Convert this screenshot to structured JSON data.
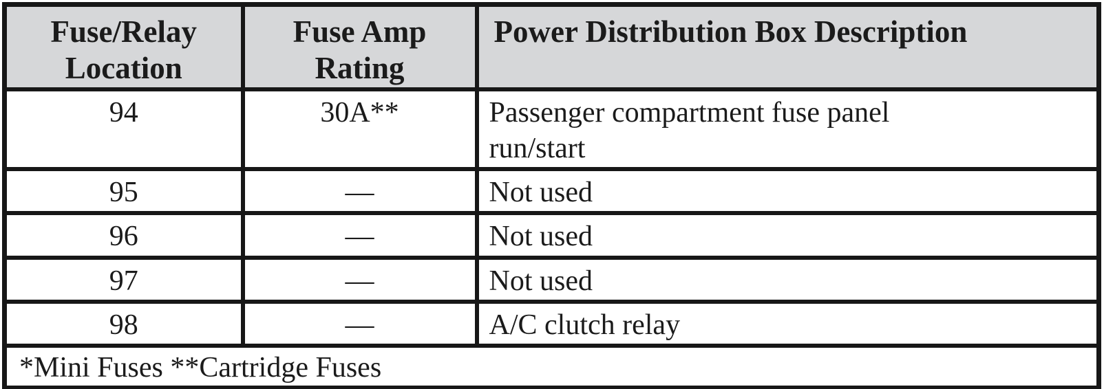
{
  "table": {
    "headers": [
      "Fuse/Relay\nLocation",
      "Fuse Amp\nRating",
      "Power Distribution Box Description"
    ],
    "rows": [
      {
        "location": "94",
        "rating": "30A**",
        "description": "Passenger compartment fuse panel\nrun/start"
      },
      {
        "location": "95",
        "rating": "—",
        "description": "Not used"
      },
      {
        "location": "96",
        "rating": "—",
        "description": "Not used"
      },
      {
        "location": "97",
        "rating": "—",
        "description": "Not used"
      },
      {
        "location": "98",
        "rating": "—",
        "description": "A/C clutch relay"
      }
    ],
    "footnote": "*Mini Fuses **Cartridge Fuses",
    "colors": {
      "header_bg": "#d6d7d9",
      "border": "#171717",
      "text": "#1b1b1b"
    }
  }
}
